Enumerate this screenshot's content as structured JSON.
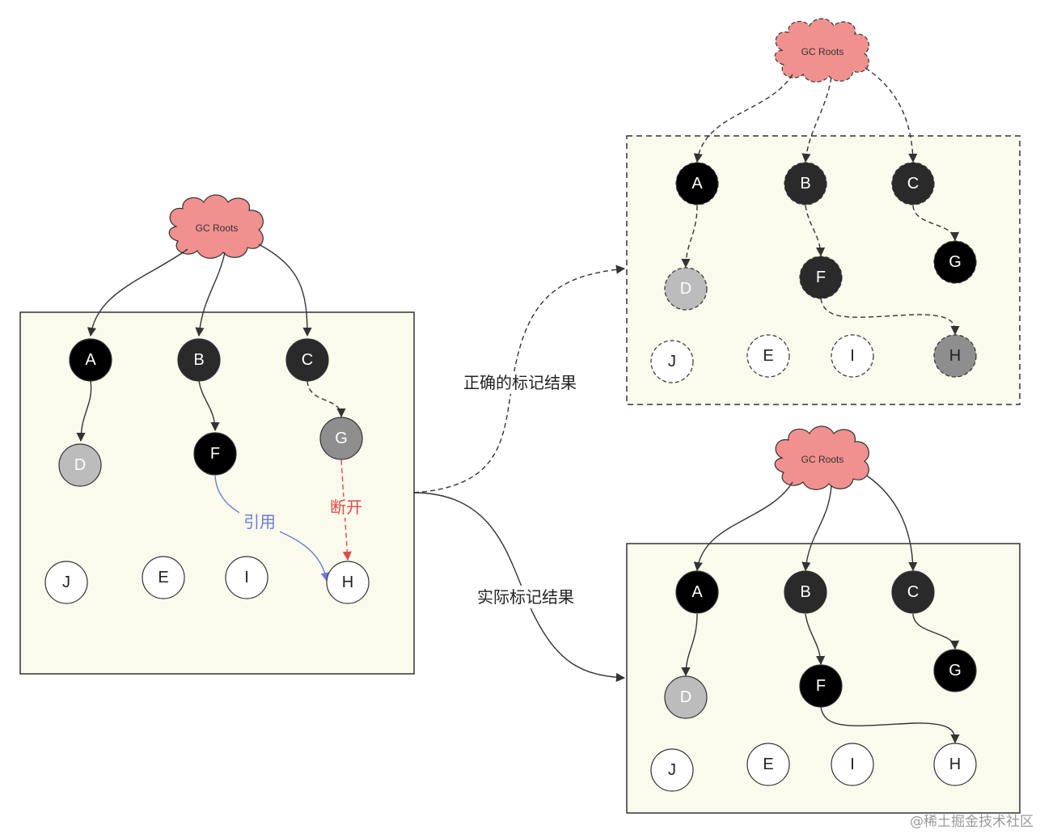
{
  "gc_roots_label": "GC Roots",
  "nodes": {
    "A": "A",
    "B": "B",
    "C": "C",
    "D": "D",
    "E": "E",
    "F": "F",
    "G": "G",
    "H": "H",
    "I": "I",
    "J": "J"
  },
  "edge_labels": {
    "reference": "引用",
    "disconnect": "断开",
    "correct_result": "正确的标记结果",
    "actual_result": "实际标记结果"
  },
  "watermark": "@稀土掘金技术社区",
  "colors": {
    "black": "#000000",
    "dark_gray": "#2a2a2a",
    "gray": "#8e8e8e",
    "light_gray": "#bcbcbc",
    "white": "#ffffff",
    "panel_fill": "#fafaed",
    "roots_fill": "#f0918f",
    "reference_edge": "#6b7bd6",
    "disconnect_edge": "#e04a4a"
  }
}
